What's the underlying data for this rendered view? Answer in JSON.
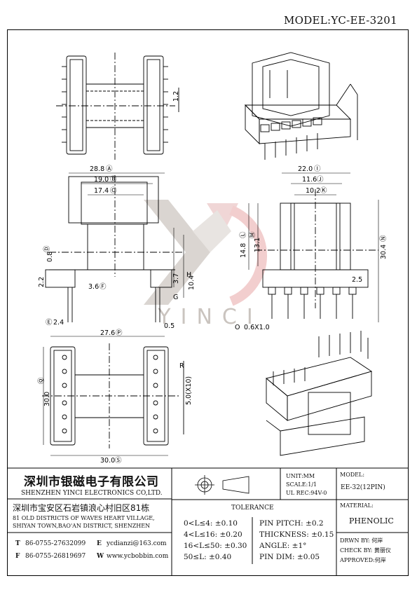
{
  "model": {
    "label": "MODEL:",
    "value": "YC-EE-3201"
  },
  "watermark": {
    "text": "YINCI"
  },
  "dims": {
    "d1": "1.2",
    "d2": "28.8",
    "d2m": "Ⓐ",
    "d3": "19.0",
    "d3m": "Ⓑ",
    "d4": "17.4",
    "d4m": "Ⓒ",
    "d5m": "Ⓓ",
    "d5": "0.8",
    "d6": "2.2",
    "d7": "3.6",
    "d7m": "Ⓕ",
    "d8": "3.7",
    "d8m": "G",
    "d9": "10.4",
    "d9m": "H",
    "d10m": "Ⓔ",
    "d10": "2.4",
    "d11": "0.5",
    "d12": "22.0",
    "d12m": "Ⓘ",
    "d13": "11.6",
    "d13m": "Ⓙ",
    "d14": "10.2",
    "d14m": "Ⓚ",
    "d15": "14.8",
    "d15m": "Ⓛ",
    "d16": "13.1",
    "d16m": "Ⓜ",
    "d17": "30.4",
    "d17m": "Ⓝ",
    "d18": "2.5",
    "d19m": "O",
    "d19": "0.6X1.0",
    "d20": "27.6",
    "d20m": "Ⓟ",
    "d21m": "R",
    "d22": "5.0(X10)",
    "d23m": "Ⓠ",
    "d23": "30.0",
    "d24": "30.0",
    "d24m": "Ⓢ"
  },
  "company": {
    "name_cn": "深圳市银磁电子有限公司",
    "name_en": "SHENZHEN YINCI ELECTRONICS CO,LTD.",
    "addr_cn": "深圳市宝安区石岩镇浪心村旧区81栋",
    "addr_en1": "81 OLD DISTRICTS OF WAVES HEART VILLAGE,",
    "addr_en2": "SHIYAN TOWN,BAO'AN DISTRICT, SHENZHEN",
    "tel_label": "T",
    "tel": "86-0755-27632099",
    "email_label": "E",
    "email": "ycdianzi@163.com",
    "fax_label": "F",
    "fax": "86-0755-26819697",
    "web_label": "W",
    "web": "www.ycbobbin.com"
  },
  "spec": {
    "unit": "UNIT:MM",
    "scale": "SCALE:1/1",
    "ul": "UL REC:94V-0",
    "model_label": "MODEL:",
    "model_value": "EE-32(12PIN)",
    "material_label": "MATERIAL:",
    "material_value": "PHENOLIC",
    "drawn": "DRWN BY: 何岸",
    "check": "CHECK BY: 黄丽仪",
    "approved": "APPROVED:何岸"
  },
  "tolerance": {
    "title": "TOLERANCE",
    "left": [
      "0<L≤4: ±0.10",
      "4<L≤16: ±0.20",
      "16<L≤50: ±0.30",
      "50≤L: ±0.40"
    ],
    "right": [
      "PIN PITCH: ±0.2",
      "THICKNESS: ±0.15",
      "ANGLE: ±1°",
      "PIN DIM: ±0.05"
    ]
  }
}
